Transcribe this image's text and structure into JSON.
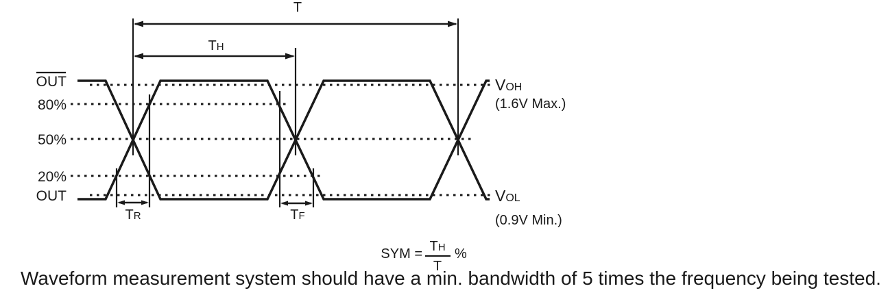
{
  "colors": {
    "ink": "#1a1a1a",
    "background": "#ffffff"
  },
  "waveform": {
    "left_labels": {
      "out_inverted": "OUT",
      "level_80": "80%",
      "level_50": "50%",
      "level_20": "20%",
      "out": "OUT"
    },
    "timing": {
      "period": "T",
      "high_time": {
        "main": "T",
        "sub": "H"
      },
      "rise_time": {
        "main": "T",
        "sub": "R"
      },
      "fall_time": {
        "main": "T",
        "sub": "F"
      }
    },
    "levels": {
      "voh": {
        "main": "V",
        "sub": "OH",
        "value": "(1.6V Max.)"
      },
      "vol": {
        "main": "V",
        "sub": "OL",
        "value": "(0.9V Min.)"
      }
    }
  },
  "formula": {
    "lhs": "SYM =",
    "numerator": {
      "main": "T",
      "sub": "H"
    },
    "denominator": "T",
    "suffix": "%"
  },
  "note": "Waveform measurement system should have a min. bandwidth of 5 times the frequency being tested."
}
